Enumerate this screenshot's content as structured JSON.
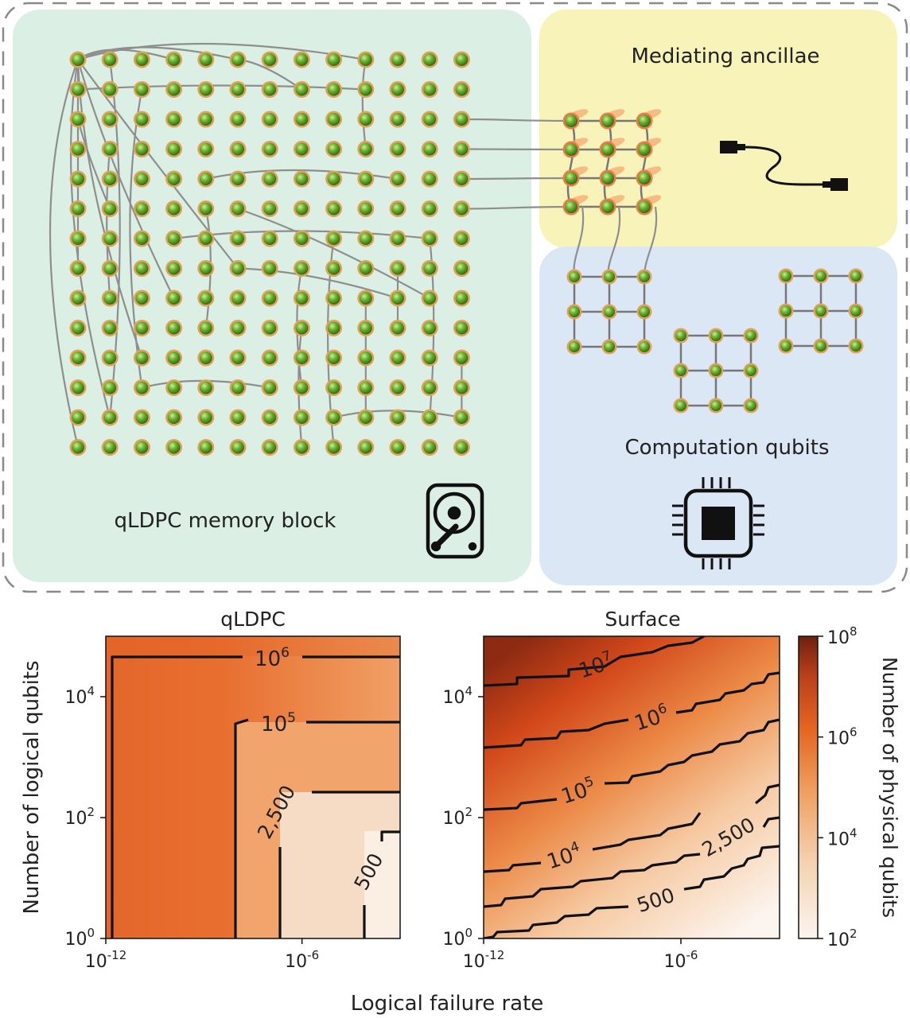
{
  "diagram": {
    "memory_label": "qLDPC memory block",
    "ancilla_label": "Mediating ancillae",
    "computation_label": "Computation qubits",
    "memory_icon": "hard-drive-icon",
    "ancilla_icon": "cable-icon",
    "computation_icon": "cpu-chip-icon",
    "colors": {
      "memory_bg": "#dcefe4",
      "ancilla_bg": "#f8f4b9",
      "computation_bg": "#dce7f5",
      "qubit": "#5fa52a",
      "qubit_ring": "#e0a25a",
      "ancilla_ring": "#f07a4a",
      "connection": "#8e8e8e",
      "lattice_edge": "#777777"
    }
  },
  "chart_data": [
    {
      "type": "heatmap",
      "title": "qLDPC",
      "xlabel": "Logical failure rate",
      "ylabel": "Number of logical qubits",
      "x_scale": "log",
      "y_scale": "log",
      "xlim": [
        1e-12,
        0.001
      ],
      "ylim": [
        1,
        100000.0
      ],
      "x_ticks": [
        {
          "value": 1e-12,
          "base": "10",
          "exp": "-12"
        },
        {
          "value": 1e-06,
          "base": "10",
          "exp": "-6"
        }
      ],
      "y_ticks": [
        {
          "value": 1,
          "base": "10",
          "exp": "0"
        },
        {
          "value": 100,
          "base": "10",
          "exp": "2"
        },
        {
          "value": 10000,
          "base": "10",
          "exp": "4"
        }
      ],
      "contours": [
        {
          "level": 1000000,
          "label_base": "10",
          "label_exp": "6"
        },
        {
          "level": 100000,
          "label_base": "10",
          "label_exp": "5"
        },
        {
          "level": 2500,
          "label": "2,500"
        },
        {
          "level": 500,
          "label": "500"
        }
      ]
    },
    {
      "type": "heatmap",
      "title": "Surface",
      "xlabel": "Logical failure rate",
      "ylabel": "Number of logical qubits",
      "x_scale": "log",
      "y_scale": "log",
      "xlim": [
        1e-12,
        0.001
      ],
      "ylim": [
        1,
        100000.0
      ],
      "x_ticks": [
        {
          "value": 1e-12,
          "base": "10",
          "exp": "-12"
        },
        {
          "value": 1e-06,
          "base": "10",
          "exp": "-6"
        }
      ],
      "y_ticks": [
        {
          "value": 1,
          "base": "10",
          "exp": "0"
        },
        {
          "value": 100,
          "base": "10",
          "exp": "2"
        },
        {
          "value": 10000,
          "base": "10",
          "exp": "4"
        }
      ],
      "contours": [
        {
          "level": 10000000,
          "label_base": "10",
          "label_exp": "7"
        },
        {
          "level": 1000000,
          "label_base": "10",
          "label_exp": "6"
        },
        {
          "level": 100000,
          "label_base": "10",
          "label_exp": "5"
        },
        {
          "level": 10000,
          "label_base": "10",
          "label_exp": "4"
        },
        {
          "level": 2500,
          "label": "2,500"
        },
        {
          "level": 500,
          "label": "500"
        }
      ]
    }
  ],
  "colorbar": {
    "label": "Number of physical qubits",
    "scale": "log",
    "range": [
      100,
      100000000
    ],
    "ticks": [
      {
        "value": 100,
        "base": "10",
        "exp": "2"
      },
      {
        "value": 10000,
        "base": "10",
        "exp": "4"
      },
      {
        "value": 1000000,
        "base": "10",
        "exp": "6"
      },
      {
        "value": 100000000,
        "base": "10",
        "exp": "8"
      }
    ],
    "colors": [
      "#fbf3ec",
      "#f3c39a",
      "#e96d2a",
      "#e25a1c",
      "#7a2410"
    ]
  }
}
